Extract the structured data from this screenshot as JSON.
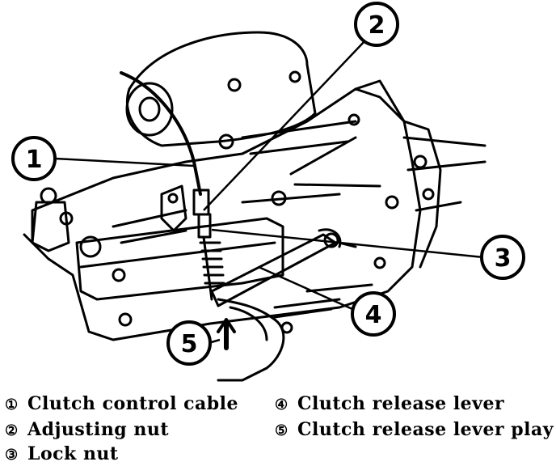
{
  "callouts": [
    {
      "id": "1",
      "label": "1"
    },
    {
      "id": "2",
      "label": "2"
    },
    {
      "id": "3",
      "label": "3"
    },
    {
      "id": "4",
      "label": "4"
    },
    {
      "id": "5",
      "label": "5"
    }
  ],
  "legend": [
    {
      "marker": "①",
      "text": "Clutch control cable"
    },
    {
      "marker": "②",
      "text": "Adjusting nut"
    },
    {
      "marker": "③",
      "text": "Lock nut"
    },
    {
      "marker": "④",
      "text": "Clutch release lever"
    },
    {
      "marker": "⑤",
      "text": "Clutch release lever play"
    }
  ]
}
